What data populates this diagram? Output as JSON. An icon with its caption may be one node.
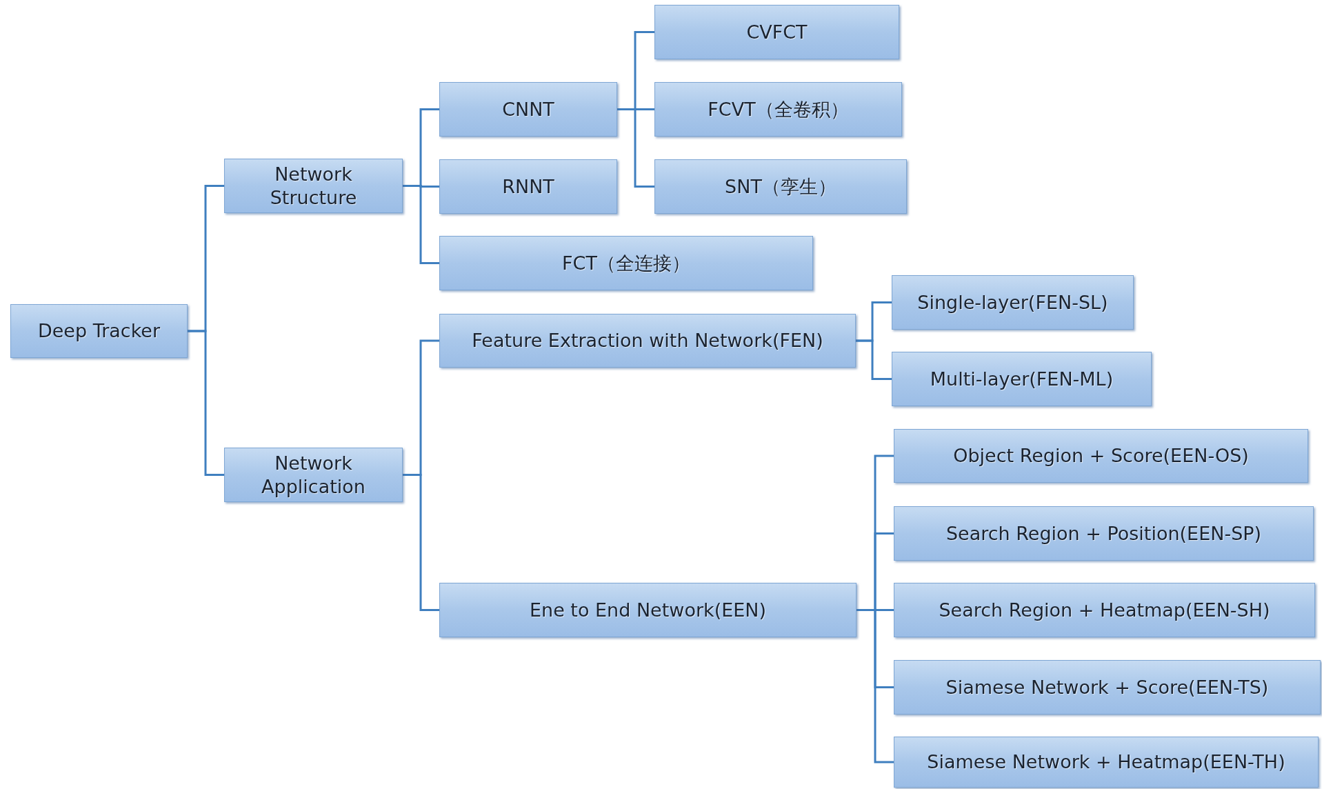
{
  "diagram": {
    "nodes": [
      {
        "text": [
          "Deep Tracker"
        ]
      },
      {
        "text": [
          "Network Structure"
        ]
      },
      {
        "text": [
          "CNNT"
        ]
      },
      {
        "text": [
          "CVFCT"
        ]
      },
      {
        "text": [
          "FCVT（全卷积）"
        ]
      },
      {
        "text": [
          "RNNT"
        ]
      },
      {
        "text": [
          "SNT（孪生）"
        ]
      },
      {
        "text": [
          "FCT（全连接）"
        ]
      },
      {
        "text": [
          "Network Application"
        ]
      },
      {
        "text": [
          "Feature Extraction with Network(FEN)"
        ]
      },
      {
        "text": [
          "Single-layer(FEN-SL)"
        ]
      },
      {
        "text": [
          "Multi-layer(FEN-ML)"
        ]
      },
      {
        "text": [
          "Ene to End Network(EEN)"
        ]
      },
      {
        "text": [
          "Object Region + Score(EEN-OS)"
        ]
      },
      {
        "text": [
          "Search Region + Position(EEN-SP)"
        ]
      },
      {
        "text": [
          "Search Region + Heatmap(EEN-SH)"
        ]
      },
      {
        "text": [
          "Siamese Network + Score(EEN-TS)"
        ]
      },
      {
        "text": [
          "Siamese Network + Heatmap(EEN-TH)"
        ]
      }
    ],
    "edges": [
      {
        "from": 0,
        "to": 1,
        "arrow": "none"
      },
      {
        "from": 0,
        "to": 8,
        "arrow": "none"
      },
      {
        "from": 1,
        "to": 2,
        "arrow": "none"
      },
      {
        "from": 1,
        "to": 5,
        "arrow": "none"
      },
      {
        "from": 1,
        "to": 7,
        "arrow": "none"
      },
      {
        "from": 2,
        "to": 3,
        "arrow": "none"
      },
      {
        "from": 2,
        "to": 4,
        "arrow": "none"
      },
      {
        "from": 2,
        "to": 6,
        "arrow": "none"
      },
      {
        "from": 8,
        "to": 9,
        "arrow": "none"
      },
      {
        "from": 8,
        "to": 12,
        "arrow": "none"
      },
      {
        "from": 9,
        "to": 10,
        "arrow": "none"
      },
      {
        "from": 9,
        "to": 11,
        "arrow": "none"
      },
      {
        "from": 12,
        "to": 13,
        "arrow": "none"
      },
      {
        "from": 12,
        "to": 14,
        "arrow": "none"
      },
      {
        "from": 12,
        "to": 15,
        "arrow": "none"
      },
      {
        "from": 12,
        "to": 16,
        "arrow": "none"
      },
      {
        "from": 12,
        "to": 17,
        "arrow": "none"
      }
    ]
  }
}
